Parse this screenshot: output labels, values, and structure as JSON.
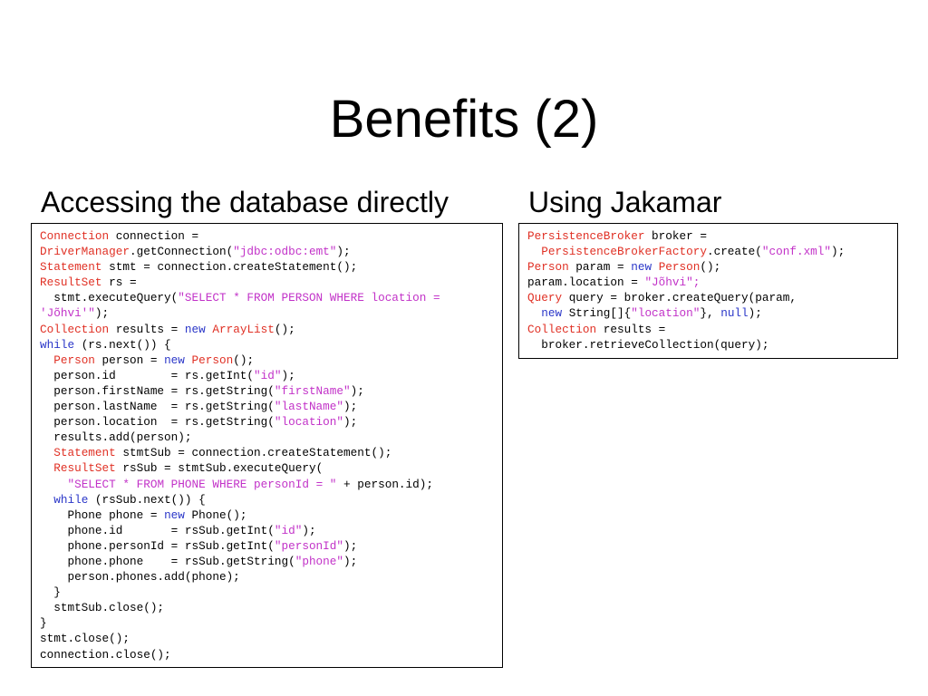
{
  "title": "Benefits (2)",
  "colors": {
    "type": "#e03024",
    "keyword": "#2a36c8",
    "string": "#c232c8",
    "plain": "#000000"
  },
  "left": {
    "heading": "Accessing the database directly",
    "lines": [
      [
        [
          "t",
          "Connection"
        ],
        [
          "p",
          " connection ="
        ]
      ],
      [
        [
          "t",
          "DriverManager"
        ],
        [
          "p",
          ".getConnection("
        ],
        [
          "s",
          "\"jdbc:odbc:emt\""
        ],
        [
          "p",
          ");"
        ]
      ],
      [
        [
          "t",
          "Statement"
        ],
        [
          "p",
          " stmt = connection.createStatement();"
        ]
      ],
      [
        [
          "t",
          "ResultSet"
        ],
        [
          "p",
          " rs ="
        ]
      ],
      [
        [
          "p",
          "  stmt.executeQuery("
        ],
        [
          "s",
          "\"SELECT * FROM PERSON WHERE location ="
        ]
      ],
      [
        [
          "s",
          "'Jõhvi'\""
        ],
        [
          "p",
          ");"
        ]
      ],
      [
        [
          "t",
          "Collection"
        ],
        [
          "p",
          " results = "
        ],
        [
          "k",
          "new"
        ],
        [
          "p",
          " "
        ],
        [
          "t",
          "ArrayList"
        ],
        [
          "p",
          "();"
        ]
      ],
      [
        [
          "k",
          "while"
        ],
        [
          "p",
          " (rs.next()) {"
        ]
      ],
      [
        [
          "p",
          "  "
        ],
        [
          "t",
          "Person"
        ],
        [
          "p",
          " person = "
        ],
        [
          "k",
          "new"
        ],
        [
          "p",
          " "
        ],
        [
          "t",
          "Person"
        ],
        [
          "p",
          "();"
        ]
      ],
      [
        [
          "p",
          "  person.id        = rs.getInt("
        ],
        [
          "s",
          "\"id\""
        ],
        [
          "p",
          ");"
        ]
      ],
      [
        [
          "p",
          "  person.firstName = rs.getString("
        ],
        [
          "s",
          "\"firstName\""
        ],
        [
          "p",
          ");"
        ]
      ],
      [
        [
          "p",
          "  person.lastName  = rs.getString("
        ],
        [
          "s",
          "\"lastName\""
        ],
        [
          "p",
          ");"
        ]
      ],
      [
        [
          "p",
          "  person.location  = rs.getString("
        ],
        [
          "s",
          "\"location\""
        ],
        [
          "p",
          ");"
        ]
      ],
      [
        [
          "p",
          "  results.add(person);"
        ]
      ],
      [
        [
          "p",
          "  "
        ],
        [
          "t",
          "Statement"
        ],
        [
          "p",
          " stmtSub = connection.createStatement();"
        ]
      ],
      [
        [
          "p",
          "  "
        ],
        [
          "t",
          "ResultSet"
        ],
        [
          "p",
          " rsSub = stmtSub.executeQuery("
        ]
      ],
      [
        [
          "p",
          "    "
        ],
        [
          "s",
          "\"SELECT * FROM PHONE WHERE personId = \""
        ],
        [
          "p",
          " + person.id);"
        ]
      ],
      [
        [
          "p",
          "  "
        ],
        [
          "k",
          "while"
        ],
        [
          "p",
          " (rsSub.next()) {"
        ]
      ],
      [
        [
          "p",
          "    Phone phone = "
        ],
        [
          "k",
          "new"
        ],
        [
          "p",
          " Phone();"
        ]
      ],
      [
        [
          "p",
          "    phone.id       = rsSub.getInt("
        ],
        [
          "s",
          "\"id\""
        ],
        [
          "p",
          ");"
        ]
      ],
      [
        [
          "p",
          "    phone.personId = rsSub.getInt("
        ],
        [
          "s",
          "\"personId\""
        ],
        [
          "p",
          ");"
        ]
      ],
      [
        [
          "p",
          "    phone.phone    = rsSub.getString("
        ],
        [
          "s",
          "\"phone\""
        ],
        [
          "p",
          ");"
        ]
      ],
      [
        [
          "p",
          "    person.phones.add(phone);"
        ]
      ],
      [
        [
          "p",
          "  }"
        ]
      ],
      [
        [
          "p",
          "  stmtSub.close();"
        ]
      ],
      [
        [
          "p",
          "}"
        ]
      ],
      [
        [
          "p",
          "stmt.close();"
        ]
      ],
      [
        [
          "p",
          "connection.close();"
        ]
      ]
    ]
  },
  "right": {
    "heading": "Using Jakamar",
    "lines": [
      [
        [
          "t",
          "PersistenceBroker"
        ],
        [
          "p",
          " broker ="
        ]
      ],
      [
        [
          "p",
          "  "
        ],
        [
          "t",
          "PersistenceBrokerFactory"
        ],
        [
          "p",
          ".create("
        ],
        [
          "s",
          "\"conf.xml\""
        ],
        [
          "p",
          ");"
        ]
      ],
      [
        [
          "t",
          "Person"
        ],
        [
          "p",
          " param = "
        ],
        [
          "k",
          "new"
        ],
        [
          "p",
          " "
        ],
        [
          "t",
          "Person"
        ],
        [
          "p",
          "();"
        ]
      ],
      [
        [
          "p",
          "param.location = "
        ],
        [
          "s",
          "\"Jõhvi\";"
        ]
      ],
      [
        [
          "t",
          "Query"
        ],
        [
          "p",
          " query = broker.createQuery(param,"
        ]
      ],
      [
        [
          "p",
          "  "
        ],
        [
          "k",
          "new"
        ],
        [
          "p",
          " String[]{"
        ],
        [
          "s",
          "\"location\""
        ],
        [
          "p",
          "}, "
        ],
        [
          "k",
          "null"
        ],
        [
          "p",
          ");"
        ]
      ],
      [
        [
          "t",
          "Collection"
        ],
        [
          "p",
          " results ="
        ]
      ],
      [
        [
          "p",
          "  broker.retrieveCollection(query);"
        ]
      ]
    ]
  }
}
